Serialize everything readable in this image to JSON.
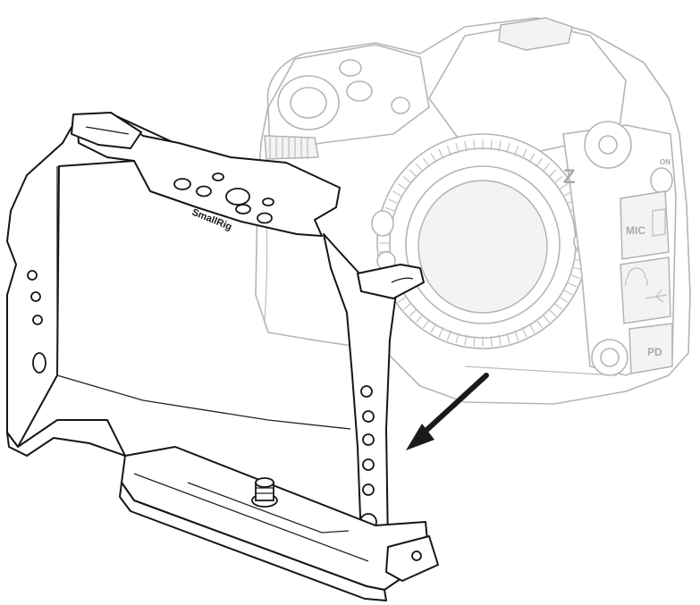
{
  "labels": {
    "brand": "SmallRig",
    "camera_logo": "Z",
    "port_mic": "MIC",
    "port_pd": "PD",
    "button_on": "ON"
  },
  "colors": {
    "camera_line": "#b5b5b5",
    "cage_line": "#161616",
    "arrow": "#1a1a1a",
    "background": "#ffffff"
  },
  "icons": [
    "arrow-icon",
    "headphone-icon",
    "usb-icon",
    "hdmi-icon"
  ]
}
